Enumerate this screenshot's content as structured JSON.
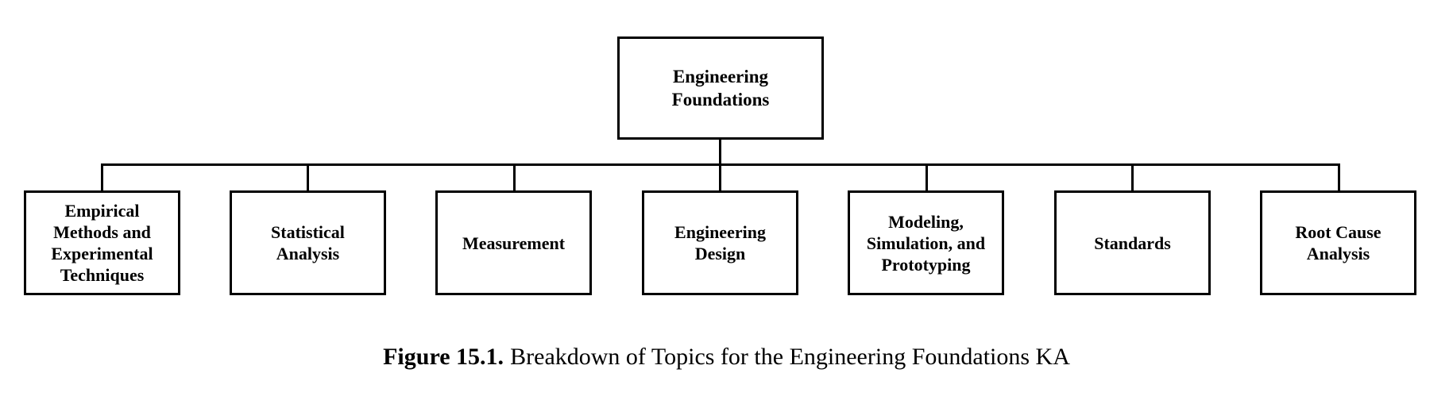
{
  "figure": {
    "root": {
      "label": "Engineering Foundations"
    },
    "children": [
      {
        "label": "Empirical Methods and Experimental Techniques"
      },
      {
        "label": "Statistical Analysis"
      },
      {
        "label": "Measurement"
      },
      {
        "label": "Engineering Design"
      },
      {
        "label": "Modeling, Simulation, and Prototyping"
      },
      {
        "label": "Standards"
      },
      {
        "label": "Root Cause Analysis"
      }
    ],
    "caption": {
      "label": "Figure 15.1.",
      "text": "Breakdown of Topics for the Engineering Foundations KA"
    }
  },
  "colors": {
    "line": "#000000",
    "text": "#000000",
    "bg": "#ffffff"
  }
}
